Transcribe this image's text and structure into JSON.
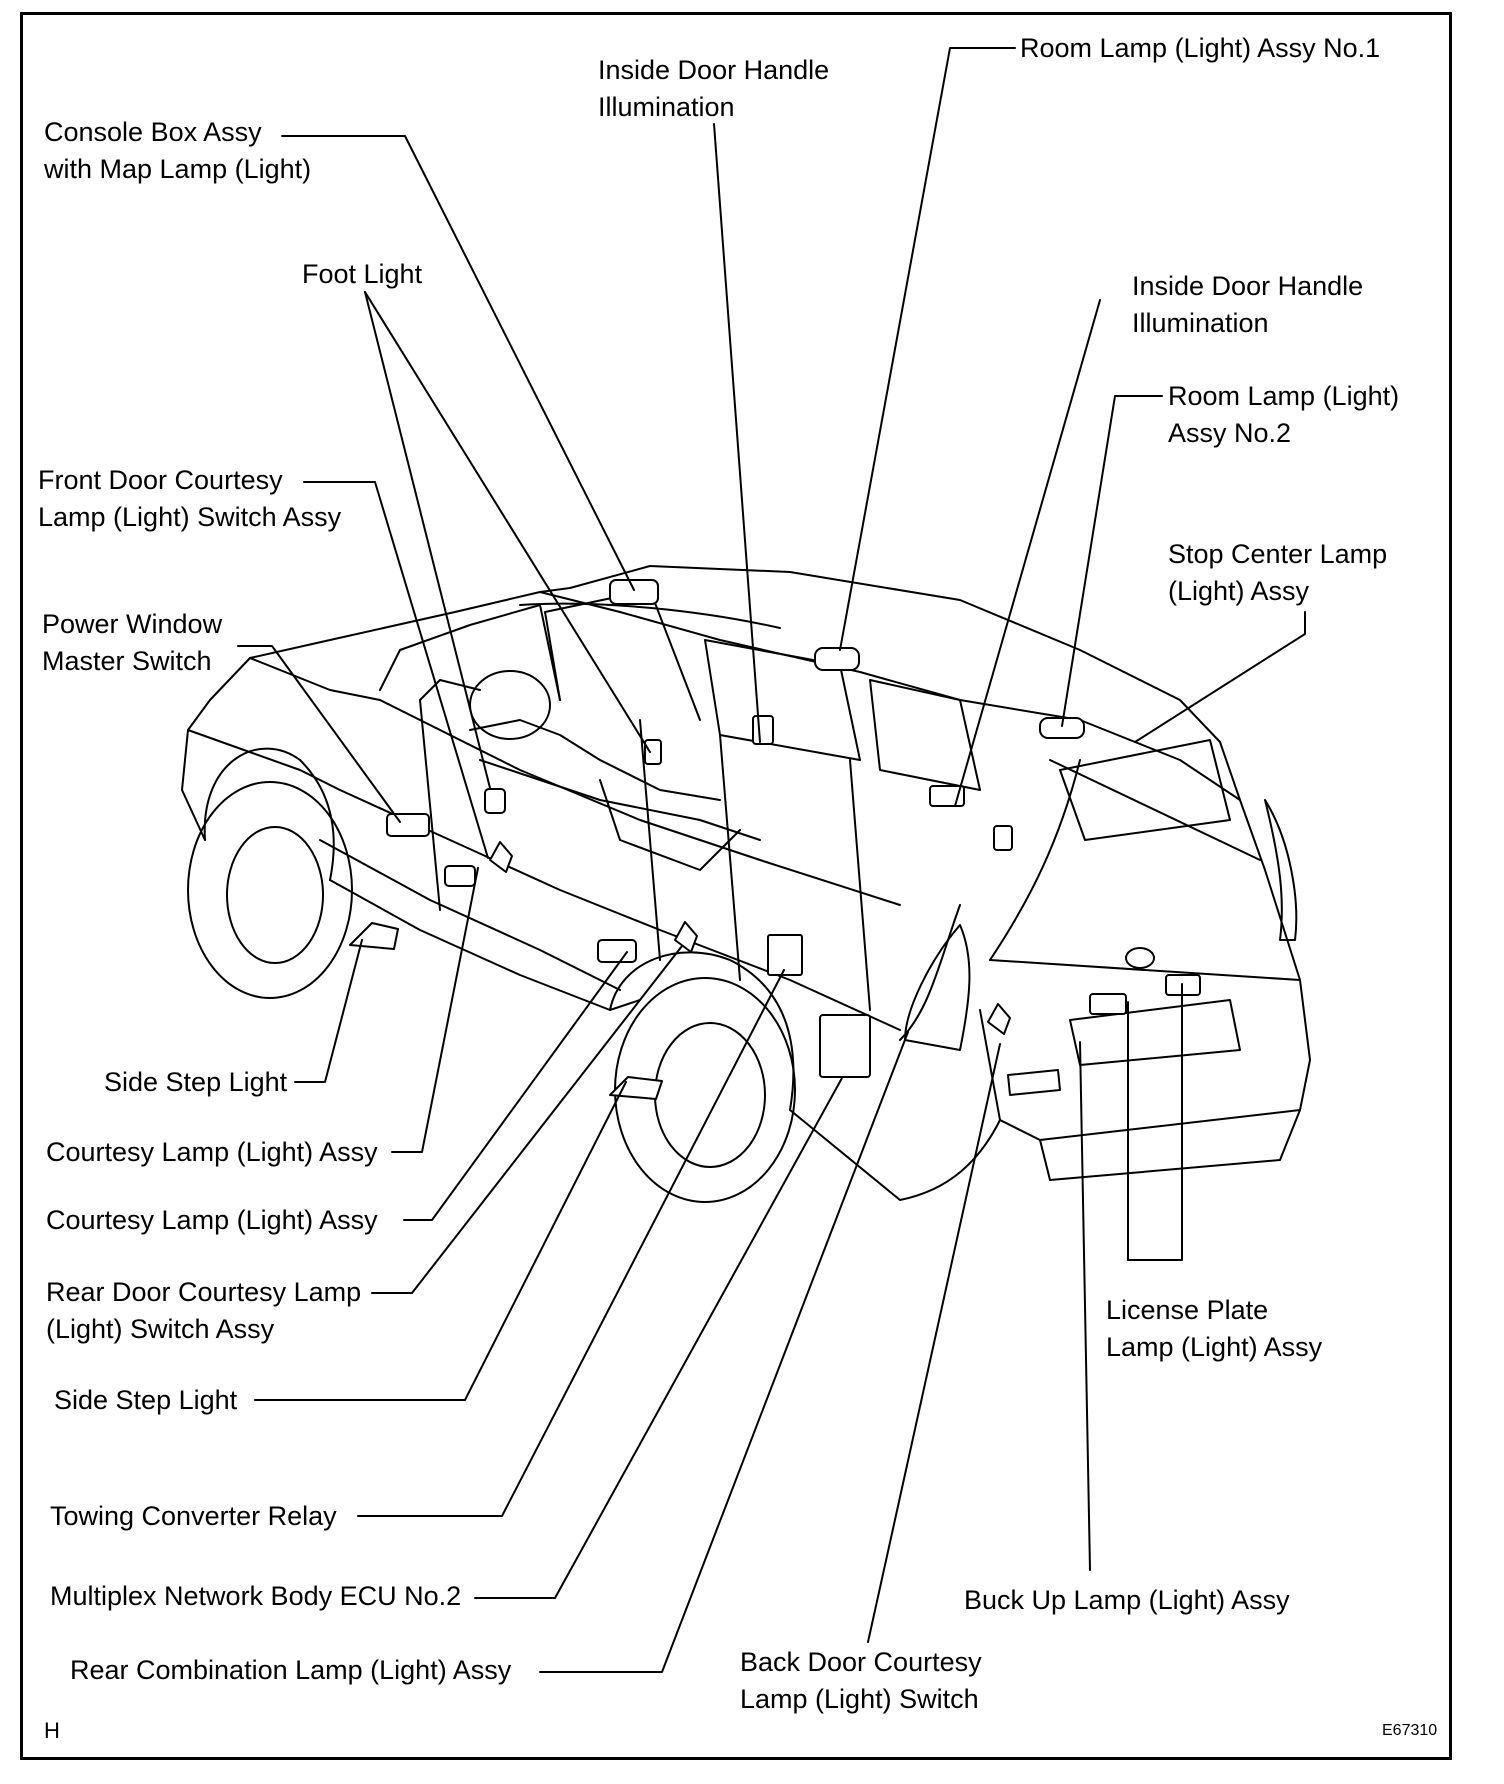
{
  "labels": {
    "room_lamp_1": "Room Lamp (Light) Assy No.1",
    "inside_door_handle_1": "Inside Door Handle\nIllumination",
    "console_box": "Console Box Assy\nwith Map Lamp (Light)",
    "foot_light": "Foot Light",
    "inside_door_handle_2": "Inside Door Handle\nIllumination",
    "room_lamp_2": "Room Lamp (Light)\nAssy No.2",
    "front_door_courtesy": "Front Door Courtesy\nLamp (Light) Switch Assy",
    "stop_center": "Stop Center Lamp\n(Light) Assy",
    "power_window": "Power Window\nMaster Switch",
    "side_step_1": "Side Step Light",
    "courtesy_1": "Courtesy Lamp (Light) Assy",
    "courtesy_2": "Courtesy Lamp (Light) Assy",
    "rear_door_courtesy": "Rear Door Courtesy Lamp\n(Light) Switch Assy",
    "side_step_2": "Side Step Light",
    "towing": "Towing Converter Relay",
    "multiplex": "Multiplex Network Body ECU No.2",
    "rear_combination": "Rear Combination Lamp (Light) Assy",
    "back_door_courtesy": "Back Door Courtesy\nLamp (Light) Switch",
    "back_up": "Buck Up Lamp (Light) Assy",
    "license_plate": "License Plate\nLamp (Light) Assy"
  },
  "corner": {
    "left": "H",
    "right": "E67310"
  }
}
